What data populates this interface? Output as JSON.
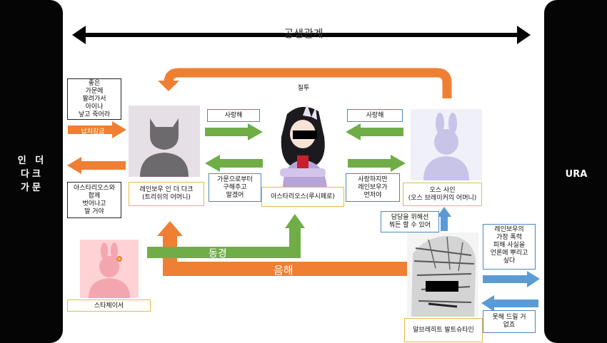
{
  "families": {
    "left": "인 더\n다크\n가문",
    "right": "URA"
  },
  "top": {
    "coexistence": "공생관계",
    "jealousy": "질투"
  },
  "characters": {
    "rainbow": "레인보우 인 더 다크\n(트리쉬의 어머니)",
    "asterios": "아스타리오스(루시페로)",
    "oath": "오스 사인\n(오스 브레이커의 어머니)",
    "stachaser": "스타체이서",
    "albrecht": "알브레히트 발트슈타인"
  },
  "labels": {
    "good_family": "좋은\n가문에\n팔려가서\n아이나\n낳고 죽어라",
    "kidnap": "납치감금",
    "escape_together": "아스타리오스와\n함께\n벗어나고\n말 거야",
    "love_left": "사랑해",
    "love_right": "사랑해",
    "save_from_family": "가문으로부터\n구해주고\n말겠어",
    "love_but_rainbow": "사랑하지만\n레인보우가\n먼저야",
    "do_anything": "담당을 위해선\n뭐든 할 수 있어",
    "expose_abuse": "레인보우의\n가정 폭력\n피해 사실을\n언론에 뿌리고\n싶다",
    "cannot_do": "못해 드릴 거\n없죠",
    "admiration": "동경",
    "scheme": "음해"
  },
  "colors": {
    "orange": "#ef7f33",
    "green": "#70ad47",
    "blue": "#5b9bd5",
    "black": "#050505"
  }
}
